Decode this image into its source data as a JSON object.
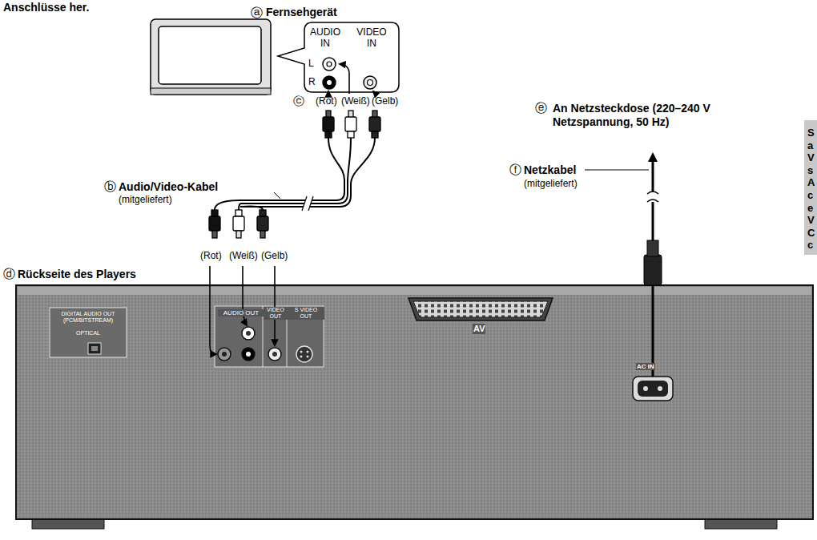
{
  "diagram": {
    "nodes": [
      {
        "text": [
          "AUDIO IN",
          "VIDEO IN",
          "L",
          "R"
        ]
      },
      {
        "text": [
          "DIGITAL AUDIO OUT (PCM/BITSTREAM)",
          "OPTICAL",
          "AUDIO OUT",
          "VIDEO OUT",
          "S VIDEO OUT",
          "AV",
          "AC IN"
        ]
      },
      {
        "text": [
          "S a V s A c e V C c"
        ]
      }
    ],
    "labels": [
      "Anschlüsse her.",
      "ⓐ",
      "Fernsehgerät",
      "ⓒ",
      "(Rot)",
      "(Weiß)",
      "(Gelb)",
      "ⓑ",
      "Audio/Video-Kabel",
      "(mitgeliefert)",
      "(Rot)",
      "(Weiß)",
      "(Gelb)",
      "ⓓ",
      "Rückseite des Players",
      "ⓔ",
      "An Netzsteckdose (220–240 V Netzspannung, 50 Hz)",
      "ⓕ",
      "Netzkabel",
      "(mitgeliefert)"
    ]
  }
}
